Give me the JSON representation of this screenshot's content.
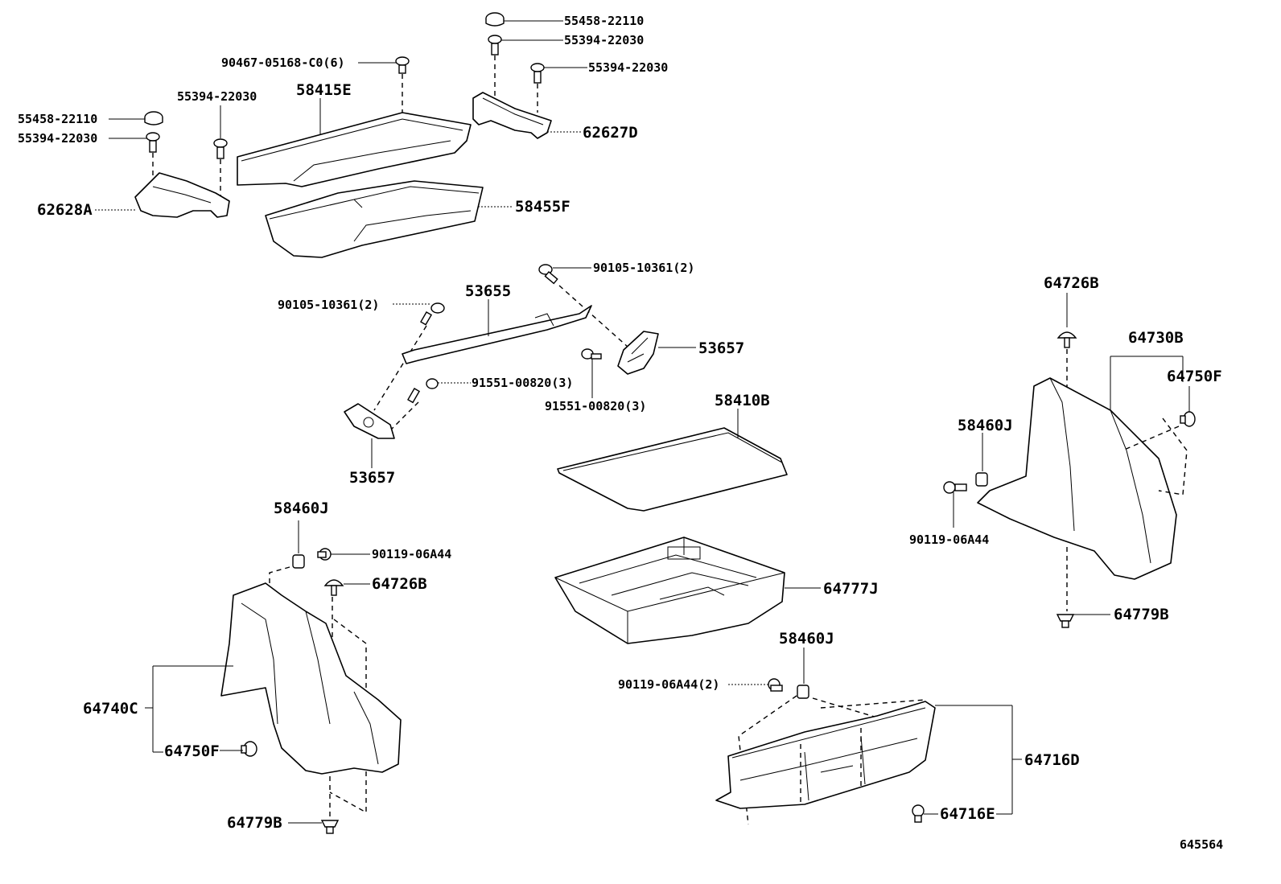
{
  "labels": {
    "p55458_22110_a": "55458-22110",
    "p55394_22030_a": "55394-22030",
    "p90467_05168": "90467-05168-C0(6)",
    "p55394_22030_b": "55394-22030",
    "p58415E": "58415E",
    "p55394_22030_c": "55394-22030",
    "p55458_22110_b": "55458-22110",
    "p55394_22030_d": "55394-22030",
    "p62627D": "62627D",
    "p62628A": "62628A",
    "p58455F": "58455F",
    "p90105_10361_a": "90105-10361(2)",
    "p53655": "53655",
    "p90105_10361_b": "90105-10361(2)",
    "p53657_a": "53657",
    "p91551_00820_a": "91551-00820(3)",
    "p91551_00820_b": "91551-00820(3)",
    "p53657_b": "53657",
    "p58410B": "58410B",
    "p64726B_a": "64726B",
    "p64730B": "64730B",
    "p64750F_a": "64750F",
    "p58460J_a": "58460J",
    "p90119_06A44_a": "90119-06A44",
    "p64779B_a": "64779B",
    "p58460J_b": "58460J",
    "p90119_06A44_b": "90119-06A44",
    "p64726B_b": "64726B",
    "p64740C": "64740C",
    "p64750F_b": "64750F",
    "p64779B_b": "64779B",
    "p64777J": "64777J",
    "p58460J_c": "58460J",
    "p90119_06A44_c": "90119-06A44(2)",
    "p64716D": "64716D",
    "p64716E": "64716E",
    "diagram_id": "645564"
  }
}
